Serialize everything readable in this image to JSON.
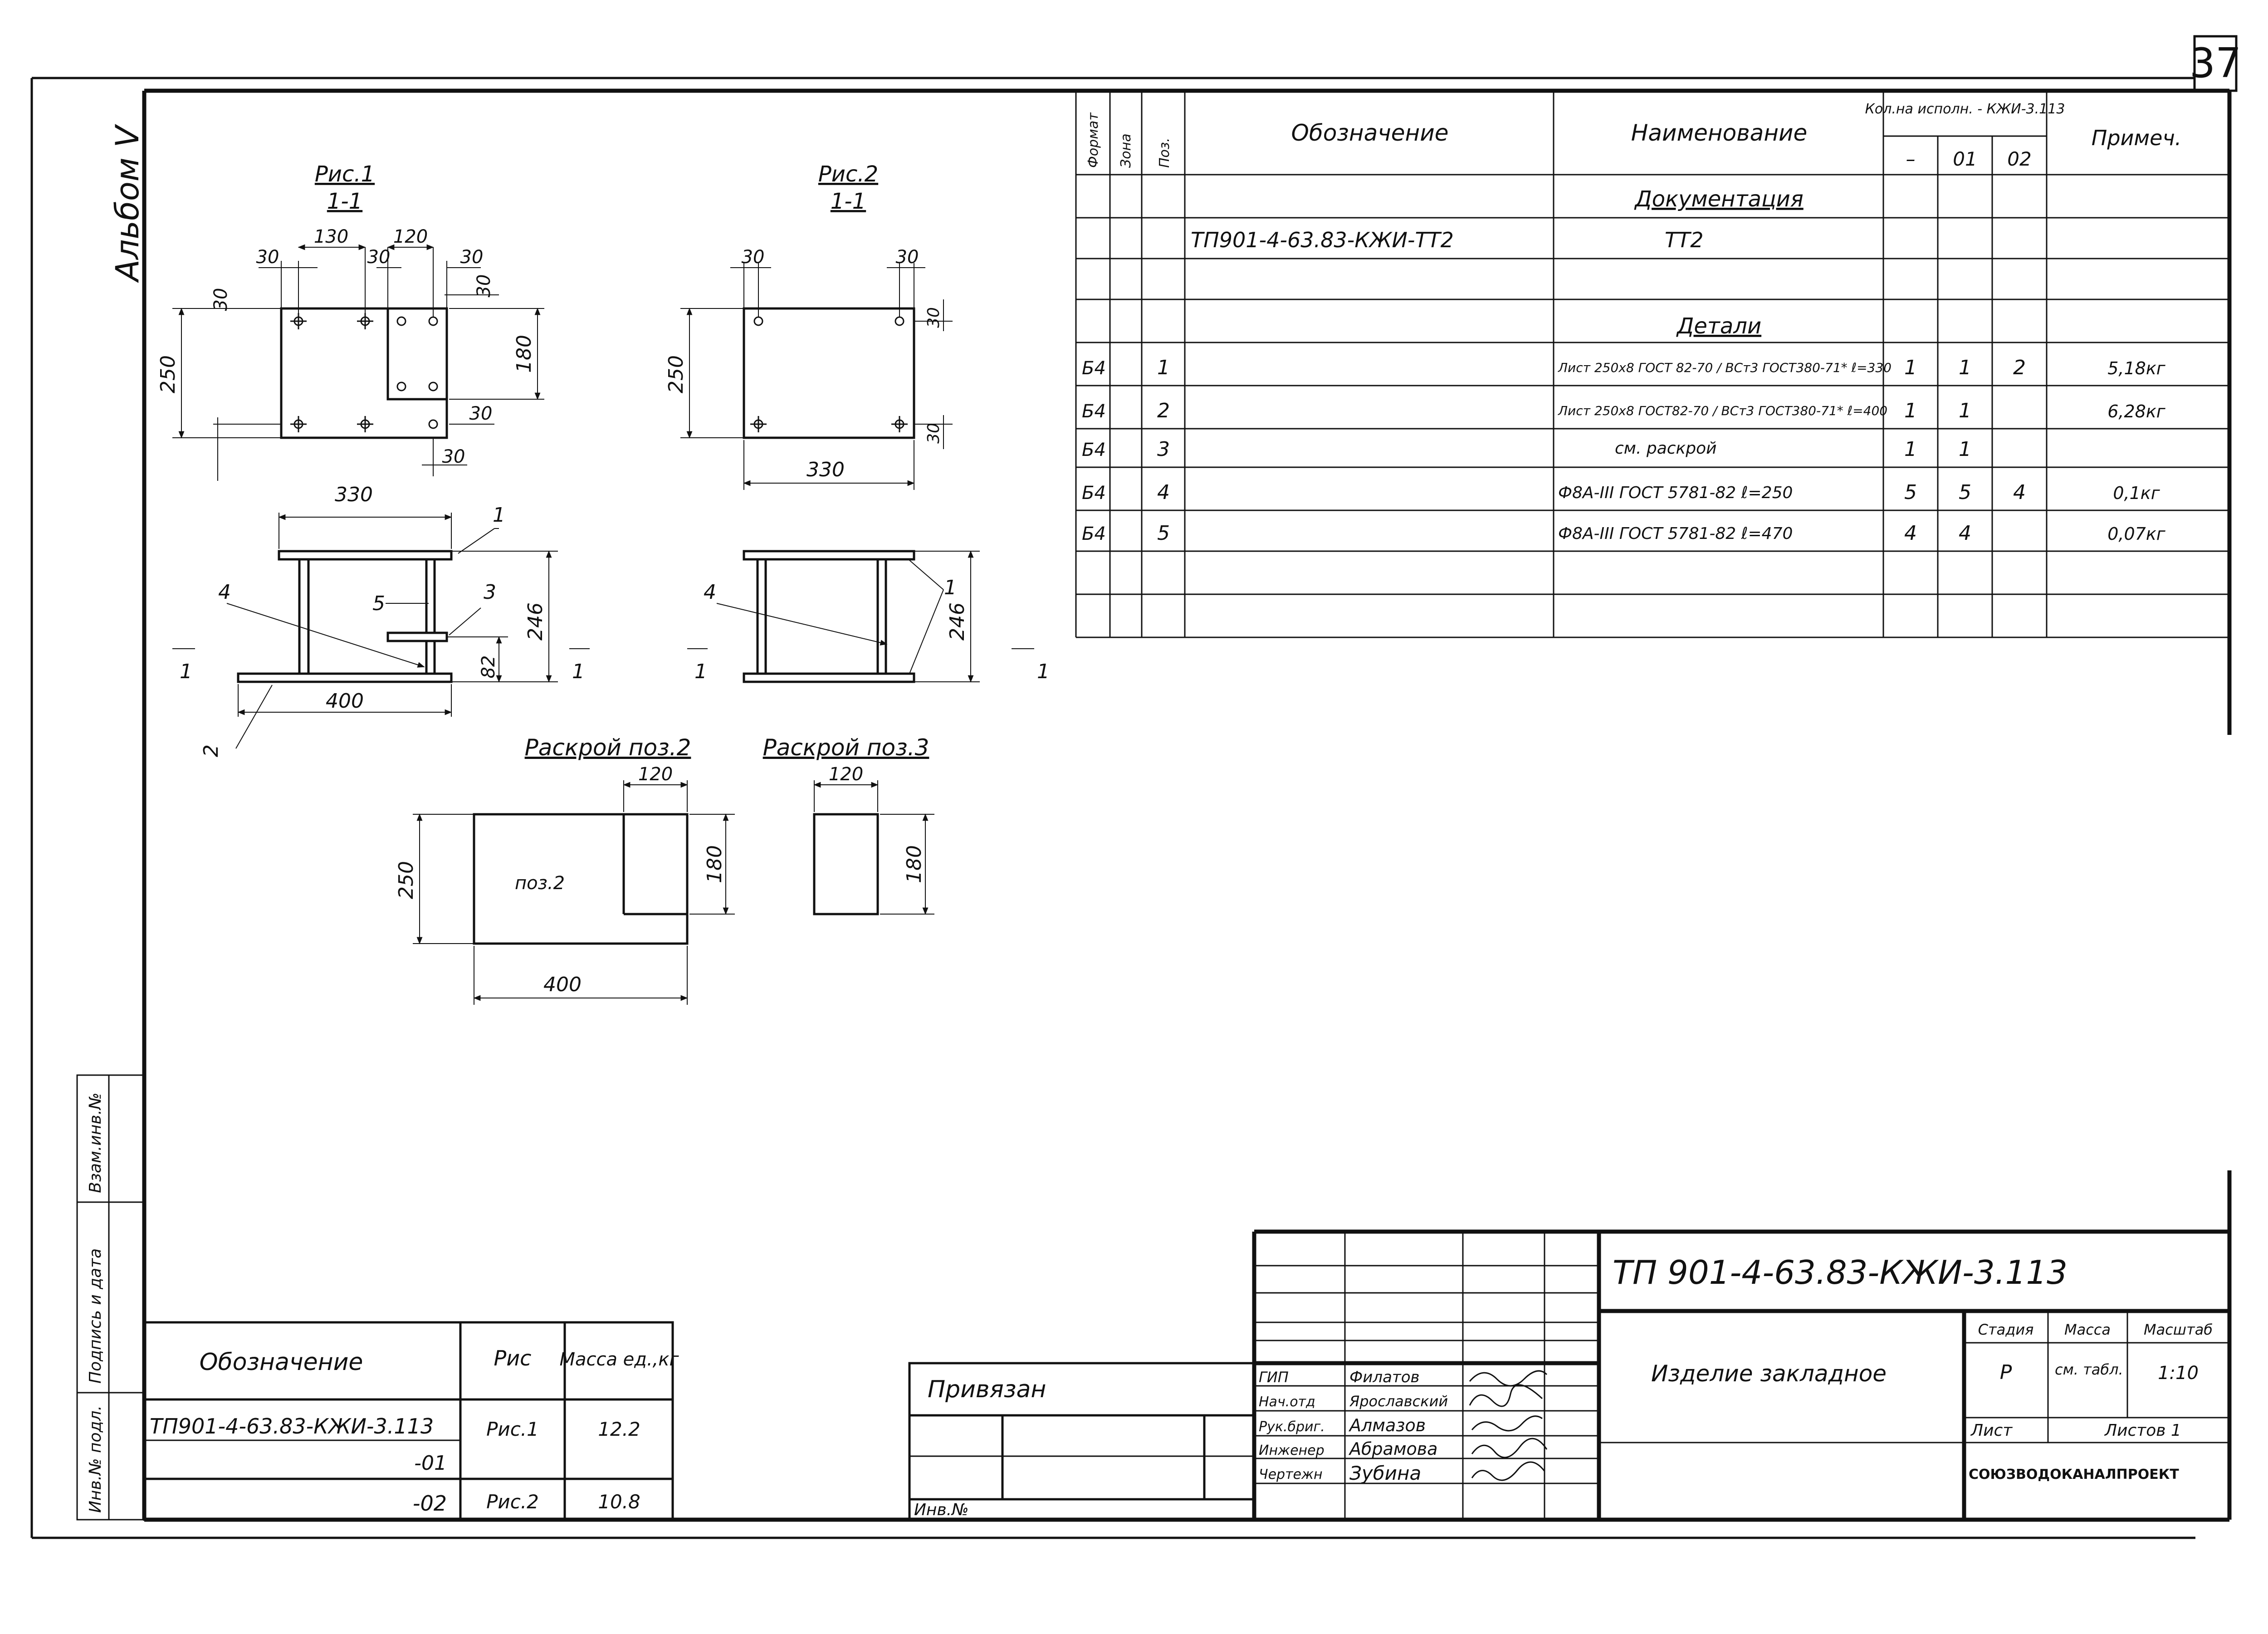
{
  "sheet": {
    "page_number": "37",
    "album": "Альбом V"
  },
  "drawings": {
    "fig1": {
      "title": "Рис.1",
      "section": "1-1",
      "dims": [
        "130",
        "120",
        "30",
        "30",
        "30",
        "30",
        "250",
        "180",
        "30",
        "30",
        "30",
        "330",
        "246",
        "82",
        "400"
      ],
      "callouts": [
        "1",
        "2",
        "3",
        "4",
        "5"
      ],
      "section_mark": "1"
    },
    "fig2": {
      "title": "Рис.2",
      "section": "1-1",
      "dims": [
        "30",
        "30",
        "30",
        "250",
        "30",
        "330",
        "246"
      ],
      "callouts": [
        "4",
        "1"
      ],
      "section_mark": "1"
    },
    "cut2": {
      "title": "Раскрой поз.2",
      "label": "поз.2",
      "dims": [
        "120",
        "250",
        "180",
        "400"
      ]
    },
    "cut3": {
      "title": "Раскрой поз.3",
      "dims": [
        "120",
        "180"
      ]
    }
  },
  "spec": {
    "headers": {
      "format": "Формат",
      "zone": "Зона",
      "pos": "Поз.",
      "designation": "Обозначение",
      "name": "Наименование",
      "qty_group": "Кол.на исполн. - КЖИ-3.113",
      "qty_cols": [
        "–",
        "01",
        "02"
      ],
      "note": "Примеч."
    },
    "rows": [
      {
        "format": "",
        "zone": "",
        "pos": "",
        "designation": "",
        "name": "Документация",
        "q0": "",
        "q1": "",
        "q2": "",
        "note": "",
        "section": true
      },
      {
        "format": "",
        "zone": "",
        "pos": "",
        "designation": "ТП901-4-63.83-КЖИ-ТТ2",
        "name": "ТТ2",
        "q0": "",
        "q1": "",
        "q2": "",
        "note": ""
      },
      {
        "format": "",
        "zone": "",
        "pos": "",
        "designation": "",
        "name": "",
        "q0": "",
        "q1": "",
        "q2": "",
        "note": ""
      },
      {
        "format": "",
        "zone": "",
        "pos": "",
        "designation": "",
        "name": "Детали",
        "q0": "",
        "q1": "",
        "q2": "",
        "note": "",
        "section": true
      },
      {
        "format": "Б4",
        "zone": "",
        "pos": "1",
        "designation": "",
        "name": "Лист 250х8 ГОСТ 82-70 / ВСт3 ГОСТ380-71* ℓ=330",
        "q0": "1",
        "q1": "1",
        "q2": "2",
        "note": "5,18кг"
      },
      {
        "format": "Б4",
        "zone": "",
        "pos": "2",
        "designation": "",
        "name": "Лист 250х8 ГОСТ82-70 / ВСт3 ГОСТ380-71* ℓ=400",
        "q0": "1",
        "q1": "1",
        "q2": "",
        "note": "6,28кг"
      },
      {
        "format": "Б4",
        "zone": "",
        "pos": "3",
        "designation": "",
        "name": "см. раскрой",
        "q0": "1",
        "q1": "1",
        "q2": "",
        "note": ""
      },
      {
        "format": "Б4",
        "zone": "",
        "pos": "4",
        "designation": "",
        "name": "Ф8А-III ГОСТ 5781-82 ℓ=250",
        "q0": "5",
        "q1": "5",
        "q2": "4",
        "note": "0,1кг"
      },
      {
        "format": "Б4",
        "zone": "",
        "pos": "5",
        "designation": "",
        "name": "Ф8А-III ГОСТ 5781-82 ℓ=470",
        "q0": "4",
        "q1": "4",
        "q2": "",
        "note": "0,07кг"
      },
      {
        "format": "",
        "zone": "",
        "pos": "",
        "designation": "",
        "name": "",
        "q0": "",
        "q1": "",
        "q2": "",
        "note": ""
      },
      {
        "format": "",
        "zone": "",
        "pos": "",
        "designation": "",
        "name": "",
        "q0": "",
        "q1": "",
        "q2": "",
        "note": ""
      }
    ]
  },
  "mass_table": {
    "headers": [
      "Обозначение",
      "Рис",
      "Масса ед.,кг"
    ],
    "rows": [
      [
        "ТП901-4-63.83-КЖИ-3.113",
        "Рис.1",
        "12.2"
      ],
      [
        "-01",
        "",
        ""
      ],
      [
        "-02",
        "Рис.2",
        "10.8"
      ]
    ]
  },
  "left_strip": [
    "Взам.инв.№",
    "Подпись и дата",
    "Инв.№ подл."
  ],
  "binding": {
    "label": "Привязан",
    "inv_label": "Инв.№"
  },
  "title_block": {
    "code": "ТП 901-4-63.83-КЖИ-3.113",
    "product_name": "Изделие закладное",
    "headers": [
      "Стадия",
      "Масса",
      "Масштаб"
    ],
    "stage": "Р",
    "mass": "см. табл.",
    "scale": "1:10",
    "sheet_label": "Лист",
    "sheets_label": "Листов 1",
    "organization": "СОЮЗВОДОКАНАЛПРОЕКТ",
    "roles": [
      {
        "role": "ГИП",
        "name": "Филатов"
      },
      {
        "role": "Нач.отд",
        "name": "Ярославский"
      },
      {
        "role": "Рук.бриг.",
        "name": "Алмазов"
      },
      {
        "role": "Инженер",
        "name": "Абрамова"
      },
      {
        "role": "Чертежн",
        "name": "Зубина"
      }
    ]
  }
}
